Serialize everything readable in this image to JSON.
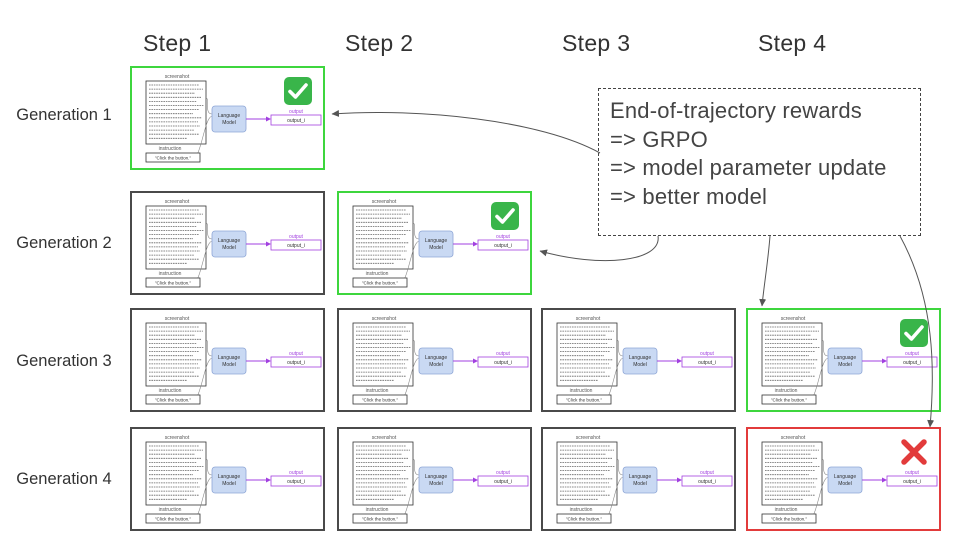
{
  "steps": [
    "Step 1",
    "Step 2",
    "Step 3",
    "Step 4"
  ],
  "generations": [
    "Generation 1",
    "Generation 2",
    "Generation 3",
    "Generation 4"
  ],
  "cell_text": {
    "screenshot": "screenshot",
    "model": [
      "Language",
      "Model"
    ],
    "output": "output",
    "output_box": "output_i",
    "instruction": "instruction",
    "instruction_box": "\"Click the button.\""
  },
  "reward_box": {
    "lines": [
      "End-of-trajectory rewards",
      "=> GRPO",
      "=> model parameter update",
      "=> better model"
    ]
  },
  "grid": [
    [
      "success",
      null,
      null,
      null
    ],
    [
      "neutral",
      "success",
      null,
      null
    ],
    [
      "neutral",
      "neutral",
      "neutral",
      "success"
    ],
    [
      "neutral",
      "neutral",
      "neutral",
      "failure"
    ]
  ],
  "colors": {
    "success": "#3dd63d",
    "failure": "#e23b3b",
    "neutral": "#4a4a4a",
    "model_fill": "#c9d9f3",
    "output": "#a23fe0"
  },
  "icons": {
    "success": "check-mark-icon",
    "failure": "cross-mark-icon"
  }
}
